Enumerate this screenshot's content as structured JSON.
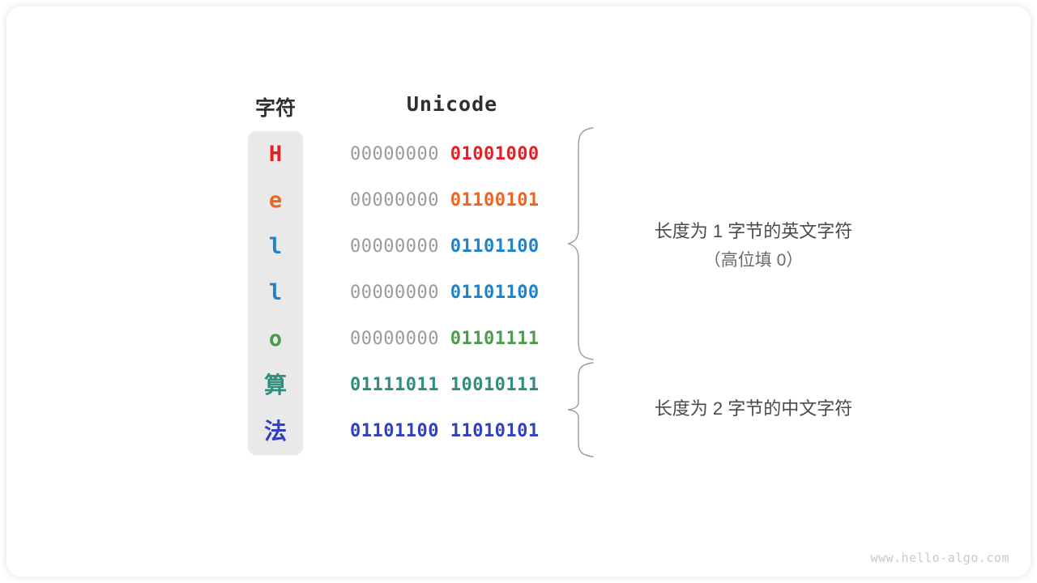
{
  "figure": {
    "headers": {
      "character": "字符",
      "unicode": "Unicode"
    },
    "rows": [
      {
        "char": "H",
        "char_color": "#e41f26",
        "pad": "00000000 ",
        "value": "01001000",
        "value_color": "#e41f26",
        "kind": "ascii"
      },
      {
        "char": "e",
        "char_color": "#ef6421",
        "pad": "00000000 ",
        "value": "01100101",
        "value_color": "#ef6421",
        "kind": "ascii"
      },
      {
        "char": "l",
        "char_color": "#1f83c9",
        "pad": "00000000 ",
        "value": "01101100",
        "value_color": "#1f83c9",
        "kind": "ascii"
      },
      {
        "char": "l",
        "char_color": "#1f83c9",
        "pad": "00000000 ",
        "value": "01101100",
        "value_color": "#1f83c9",
        "kind": "ascii"
      },
      {
        "char": "o",
        "char_color": "#4e9a4e",
        "pad": "00000000 ",
        "value": "01101111",
        "value_color": "#4e9a4e",
        "kind": "ascii"
      },
      {
        "char": "算",
        "char_color": "#2f8d7d",
        "pad": "",
        "value": "01111011 10010111",
        "value_color": "#2f8d7d",
        "kind": "cjk"
      },
      {
        "char": "法",
        "char_color": "#3040c0",
        "pad": "",
        "value": "01101100 11010101",
        "value_color": "#3040c0",
        "kind": "cjk"
      }
    ],
    "annotations": [
      {
        "line1": "长度为 1 字节的英文字符",
        "line2": "（高位填 0）"
      },
      {
        "line1": "长度为 2 字节的中文字符",
        "line2": ""
      }
    ],
    "watermark": "www.hello-algo.com",
    "colors": {
      "char_column_bg": "#e9e9e9",
      "pad_gray": "#9a9a9a",
      "header_text": "#2f2f2f",
      "note_text": "#4a4a4a",
      "brace_stroke": "#9b9b9b"
    }
  }
}
